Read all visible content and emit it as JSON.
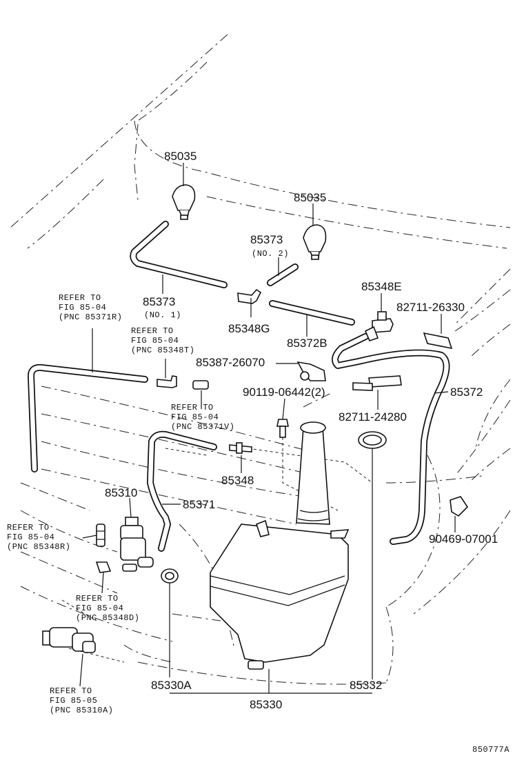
{
  "diagram_code": "850777A",
  "labels": {
    "nozzle_a": "85035",
    "nozzle_b": "85035",
    "hose_no2": "85373",
    "hose_no2_sub": "(NO. 2)",
    "hose_no1": "85373",
    "hose_no1_sub": "(NO. 1)",
    "joint_e": "85348E",
    "clip_82711_26330": "82711-26330",
    "joint_g": "85348G",
    "hose_b": "85372B",
    "clamp_85387": "85387-26070",
    "hose_85372": "85372",
    "screw_90119": "90119-06442(2)",
    "clip_82711_24280": "82711-24280",
    "joint_85348": "85348",
    "motor": "85310",
    "hose_85371": "85371",
    "clip_90469": "90469-07001",
    "grommet": "85330A",
    "cap": "85332",
    "tank": "85330"
  },
  "refs": {
    "r1": [
      "REFER TO",
      "FIG 85-04",
      "(PNC 85371R)"
    ],
    "r2": [
      "REFER TO",
      "FIG 85-04",
      "(PNC 85348T)"
    ],
    "r3": [
      "REFER TO",
      "FIG 85-04",
      "(PNC 85371V)"
    ],
    "r4": [
      "REFER TO",
      "FIG 85-04",
      "(PNC 85348R)"
    ],
    "r5": [
      "REFER TO",
      "FIG 85-04",
      "(PNC 85348D)"
    ],
    "r6": [
      "REFER TO",
      "FIG 85-05",
      "(PNC 85310A)"
    ]
  }
}
